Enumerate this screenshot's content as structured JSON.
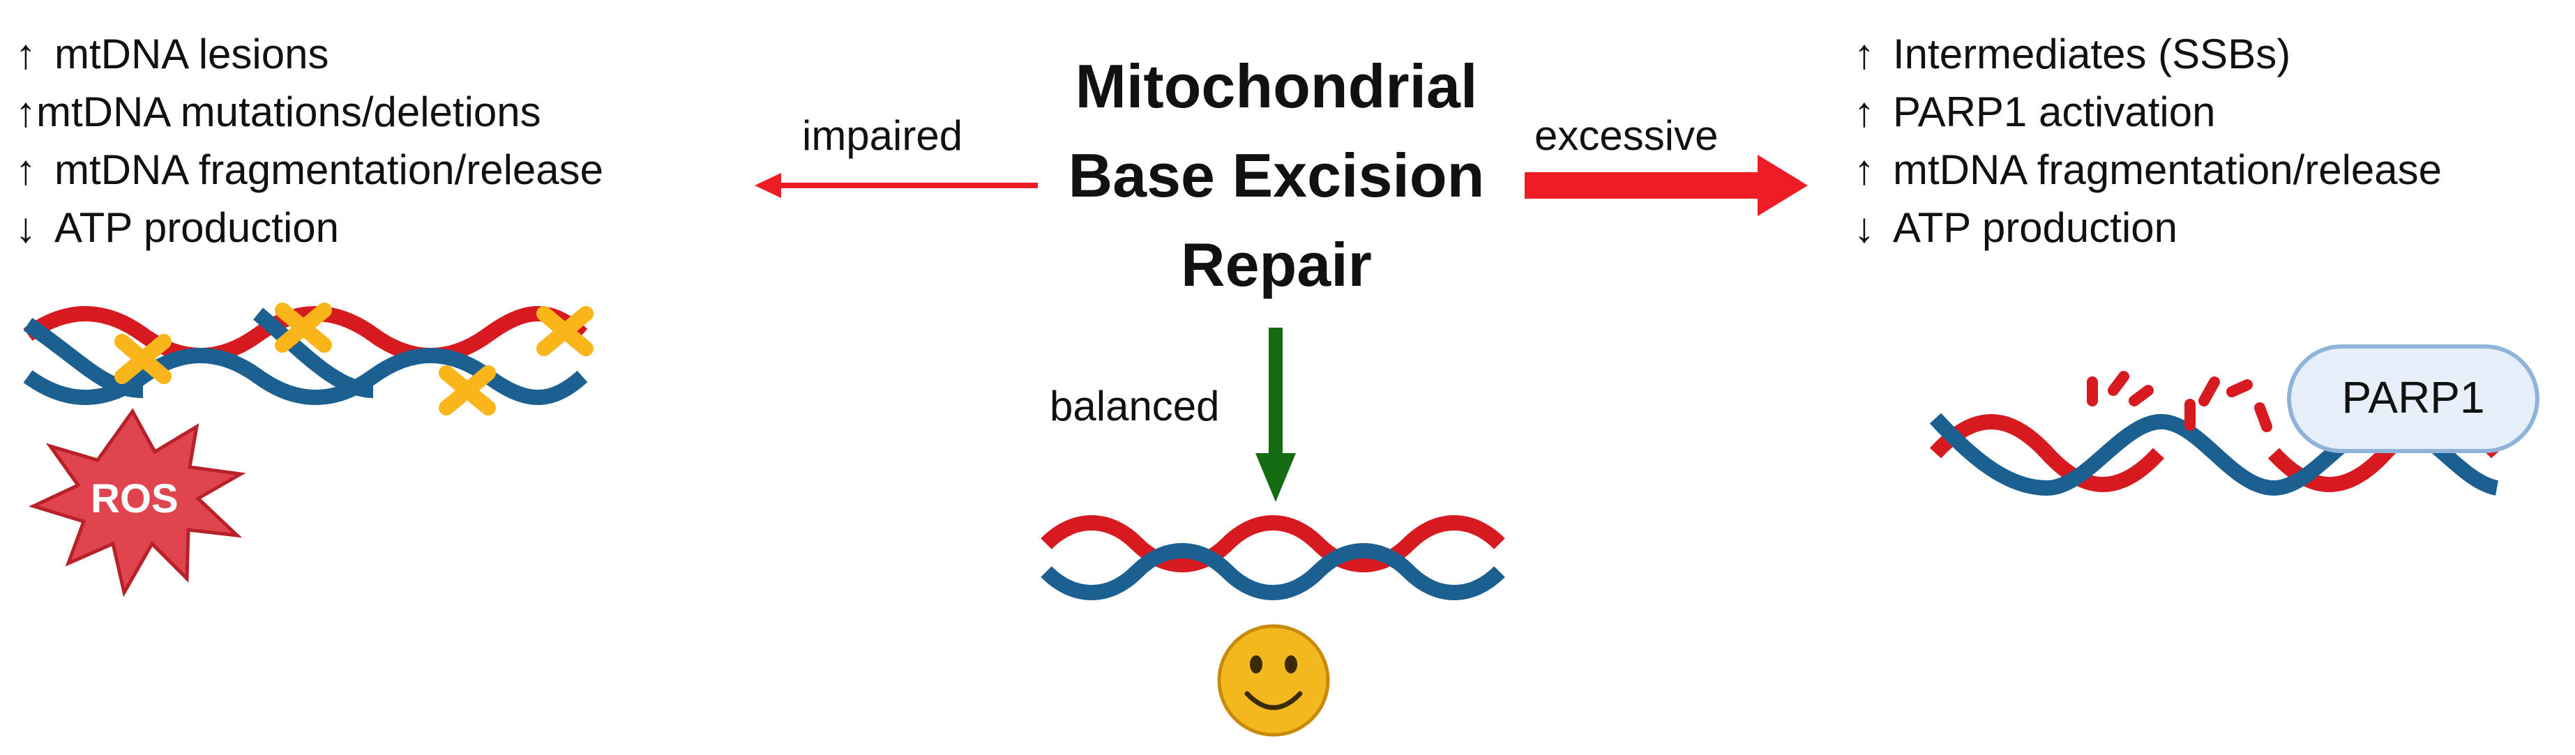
{
  "title_lines": [
    "Mitochondrial",
    "Base Excision",
    "Repair"
  ],
  "edges": {
    "impaired": "impaired",
    "excessive": "excessive",
    "balanced": "balanced"
  },
  "left_effects": [
    {
      "arrow": "↑",
      "text": "mtDNA lesions"
    },
    {
      "arrow": "↑",
      "text": "mtDNA mutations/deletions"
    },
    {
      "arrow": "↑",
      "text": "mtDNA fragmentation/release"
    },
    {
      "arrow": "↓",
      "text": "ATP production"
    }
  ],
  "right_effects": [
    {
      "arrow": "↑",
      "text": "Intermediates (SSBs)"
    },
    {
      "arrow": "↑",
      "text": "PARP1 activation"
    },
    {
      "arrow": "↑",
      "text": "mtDNA fragmentation/release"
    },
    {
      "arrow": "↓",
      "text": "ATP production"
    }
  ],
  "ros_label": "ROS",
  "parp1_label": "PARP1",
  "colors": {
    "strand_red": "#d71920",
    "strand_blue": "#1c5f91",
    "arrow_red": "#ee1c24",
    "arrow_green": "#156b12",
    "lesion_yellow": "#f9b51a",
    "ros_fill": "#e0454f",
    "ros_stroke": "#b8202a",
    "parp1_fill": "#e6effa",
    "parp1_stroke": "#8fb3d9",
    "smiley_fill": "#f4b81f"
  }
}
